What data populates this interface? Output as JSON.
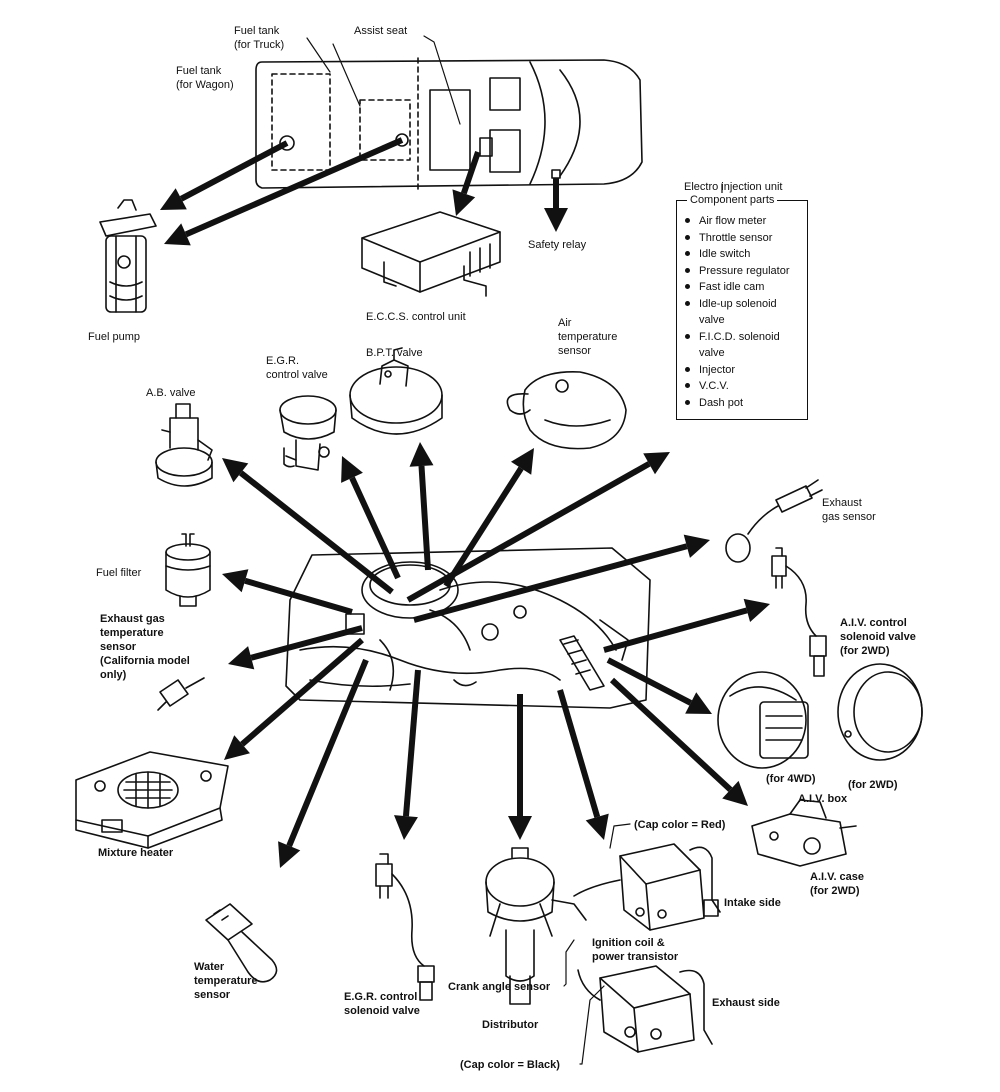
{
  "labels": {
    "fuel_tank_truck": "Fuel tank\n(for Truck)",
    "fuel_tank_wagon": "Fuel tank\n(for Wagon)",
    "assist_seat": "Assist seat",
    "fuel_pump": "Fuel pump",
    "eccs_control_unit": "E.C.C.S. control unit",
    "safety_relay": "Safety relay",
    "electro_injection_unit": "Electro injection unit",
    "air_temperature_sensor": "Air\ntemperature\nsensor",
    "bpt_valve": "B.P.T. valve",
    "egr_control_valve": "E.G.R.\ncontrol valve",
    "ab_valve": "A.B. valve",
    "exhaust_gas_sensor": "Exhaust\ngas sensor",
    "fuel_filter": "Fuel filter",
    "exhaust_gas_temp_sensor": "Exhaust gas\ntemperature\nsensor\n(California model\nonly)",
    "aiv_control_solenoid_valve": "A.I.V. control\nsolenoid valve\n(for 2WD)",
    "for_4wd": "(for 4WD)",
    "for_2wd": "(for 2WD)",
    "aiv_box": "A.I.V. box",
    "mixture_heater": "Mixture heater",
    "aiv_case": "A.I.V. case\n(for 2WD)",
    "cap_color_red": "(Cap color = Red)",
    "intake_side": "Intake side",
    "ignition_coil": "Ignition coil &\npower transistor",
    "exhaust_side": "Exhaust side",
    "crank_angle_sensor": "Crank angle sensor",
    "distributor": "Distributor",
    "cap_color_black": "(Cap color = Black)",
    "water_temperature_sensor": "Water\ntemperature\nsensor",
    "egr_control_solenoid_valve": "E.G.R. control\nsolenoid valve"
  },
  "legend": {
    "title": "Component parts",
    "items": [
      "Air flow meter",
      "Throttle sensor",
      "Idle switch",
      "Pressure regulator",
      "Fast idle cam",
      "Idle-up solenoid\nvalve",
      "F.I.C.D. solenoid\nvalve",
      "Injector",
      "V.C.V.",
      "Dash pot"
    ]
  },
  "colors": {
    "ink": "#111111",
    "paper": "#ffffff"
  }
}
